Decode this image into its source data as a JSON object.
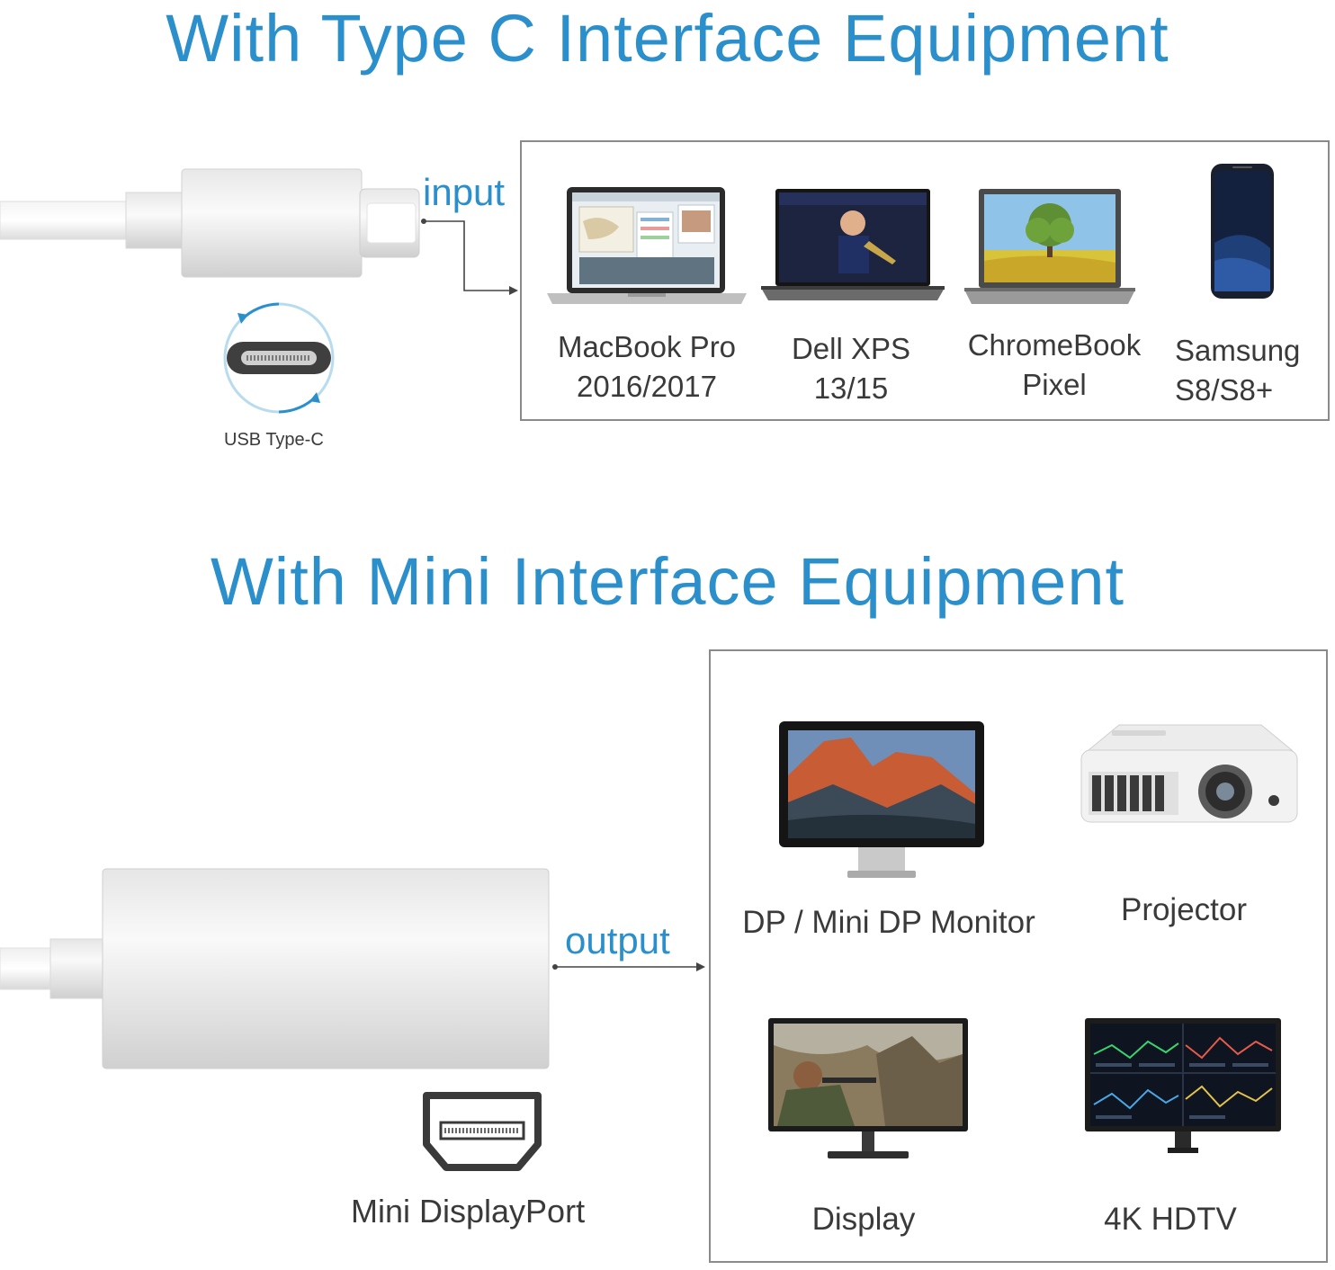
{
  "section1": {
    "title": "With Type C Interface Equipment",
    "connector_label": "input",
    "port_label": "USB Type-C",
    "port_icon": "usb-type-c-icon",
    "devices": [
      {
        "line1": "MacBook Pro",
        "line2": "2016/2017",
        "icon": "macbook-pro-laptop"
      },
      {
        "line1": "Dell XPS",
        "line2": "13/15",
        "icon": "dell-xps-laptop"
      },
      {
        "line1": "ChromeBook",
        "line2": "Pixel",
        "icon": "chromebook-laptop"
      },
      {
        "line1": "Samsung",
        "line2": "S8/S8+",
        "icon": "samsung-phone"
      }
    ]
  },
  "section2": {
    "title": "With Mini Interface Equipment",
    "connector_label": "output",
    "port_label": "Mini DisplayPort",
    "port_icon": "mini-displayport-icon",
    "devices": [
      {
        "label": "DP / Mini DP Monitor",
        "icon": "monitor"
      },
      {
        "label": "Projector",
        "icon": "projector"
      },
      {
        "label": "Display",
        "icon": "display"
      },
      {
        "label": "4K HDTV",
        "icon": "hdtv"
      }
    ]
  },
  "colors": {
    "accent": "#2a8fcb",
    "frame": "#8a8a8a",
    "text": "#3a3a3a"
  }
}
